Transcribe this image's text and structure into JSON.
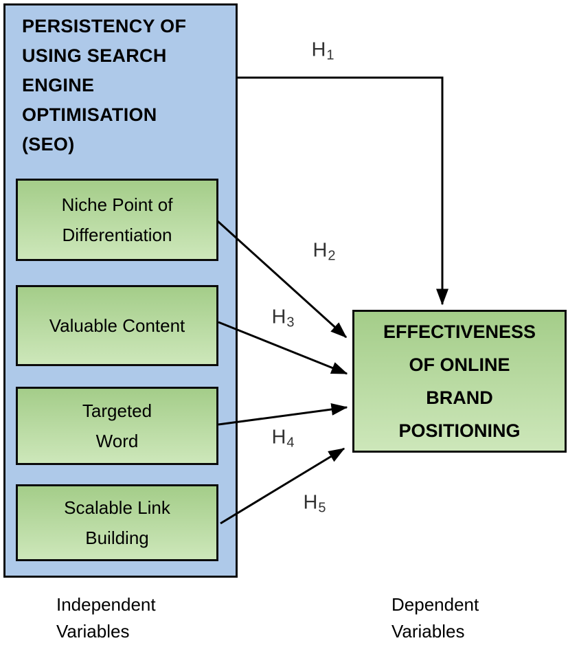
{
  "colors": {
    "canvas_bg": "#ffffff",
    "group_fill": "#aec9e9",
    "green_top": "#a4cd89",
    "green_bottom": "#cde7ba",
    "border": "#0a0a0a",
    "hypothesis_label": "#333333"
  },
  "group": {
    "title": "PERSISTENCY OF\nUSING SEARCH\nENGINE\nOPTIMISATION\n(SEO)",
    "items": [
      {
        "label": "Niche Point of\nDifferentiation"
      },
      {
        "label": "Valuable Content"
      },
      {
        "label": "Targeted\nWord"
      },
      {
        "label": "Scalable Link\nBuilding"
      }
    ]
  },
  "dependent": {
    "label": "EFFECTIVENESS\nOF ONLINE\nBRAND\nPOSITIONING"
  },
  "hypotheses": [
    {
      "label": "H",
      "sub": "1"
    },
    {
      "label": "H",
      "sub": "2"
    },
    {
      "label": "H",
      "sub": "3"
    },
    {
      "label": "H",
      "sub": "4"
    },
    {
      "label": "H",
      "sub": "5"
    }
  ],
  "captions": {
    "independent": "Independent\nVariables",
    "dependent": "Dependent\nVariables"
  }
}
